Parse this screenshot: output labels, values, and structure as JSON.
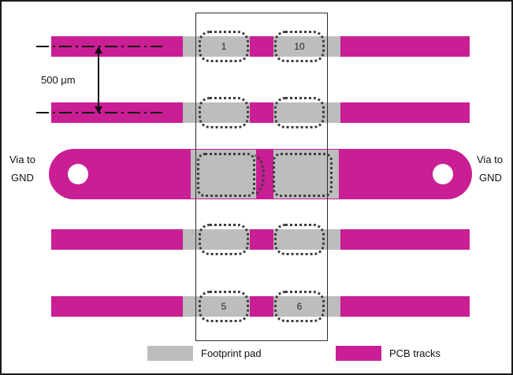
{
  "colors": {
    "magenta": "#C91E94",
    "pad_gray": "#BDBDBD",
    "line": "#111111"
  },
  "dimension": {
    "label": "500 μm"
  },
  "vias": {
    "left": {
      "line1": "Via to",
      "line2": "GND"
    },
    "right": {
      "line1": "Via to",
      "line2": "GND"
    }
  },
  "pins": {
    "pin1": "1",
    "pin10": "10",
    "pin5": "5",
    "pin6": "6"
  },
  "legend": {
    "pad": "Footprint pad",
    "tracks": "PCB tracks"
  }
}
